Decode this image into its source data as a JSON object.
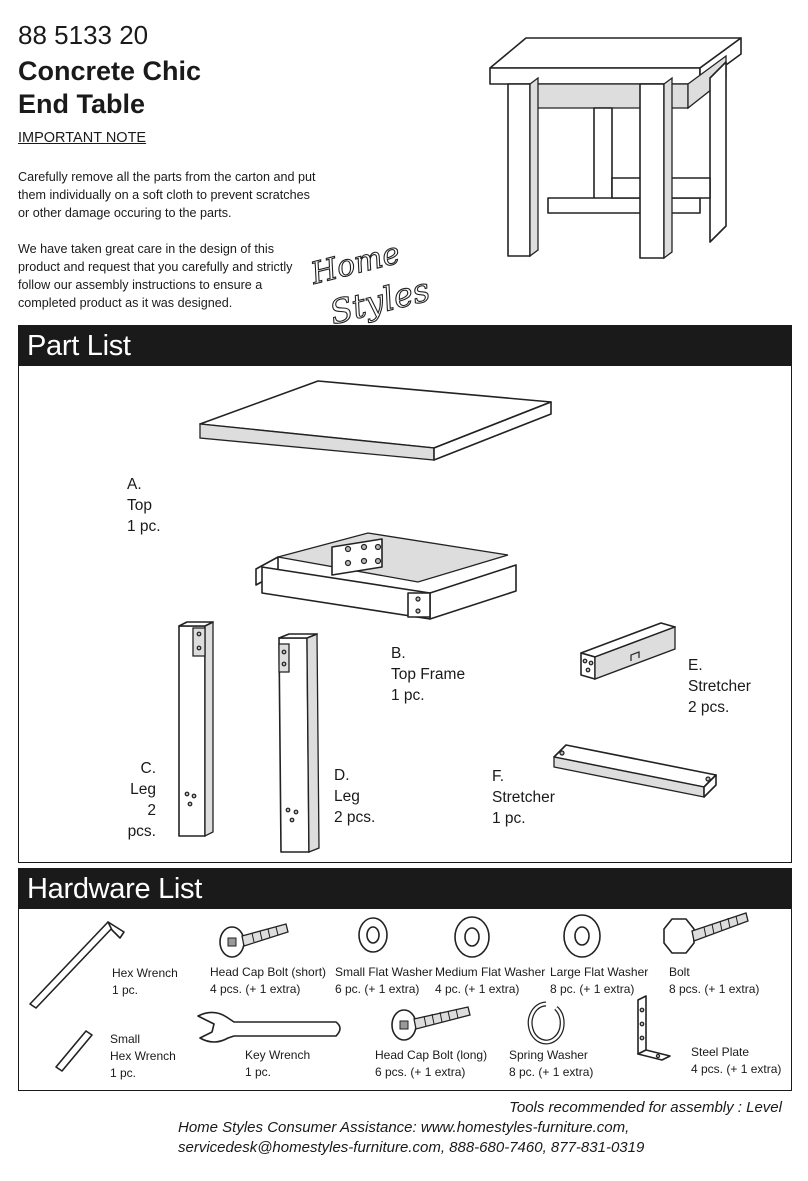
{
  "header": {
    "model_number": "88 5133 20",
    "title_line1": "Concrete Chic",
    "title_line2": "End Table",
    "note_heading": "IMPORTANT NOTE",
    "note_paragraph1": "Carefully remove all the parts from the carton and put them individually on a soft cloth to prevent scratches or other damage occuring to the parts.",
    "note_paragraph2": "We have taken great care in the design of this product and request that you carefully and strictly follow our assembly instructions to ensure a completed product as it was designed.",
    "logo_line1": "Home",
    "logo_line2": "Styles"
  },
  "part_list": {
    "heading": "Part List",
    "parts": [
      {
        "letter": "A.",
        "name": "Top",
        "qty": "1 pc."
      },
      {
        "letter": "B.",
        "name": "Top Frame",
        "qty": "1 pc."
      },
      {
        "letter": "C.",
        "name": "Leg",
        "qty": "2 pcs."
      },
      {
        "letter": "D.",
        "name": "Leg",
        "qty": "2 pcs."
      },
      {
        "letter": "E.",
        "name": "Stretcher",
        "qty": "2 pcs."
      },
      {
        "letter": "F.",
        "name": "Stretcher",
        "qty": "1 pc."
      }
    ]
  },
  "hardware_list": {
    "heading": "Hardware List",
    "items": [
      {
        "name": "Hex Wrench",
        "qty": "1 pc.",
        "icon": "hex-wrench-icon"
      },
      {
        "name": "Head Cap Bolt (short)",
        "qty": "4 pcs. (+ 1 extra)",
        "icon": "head-cap-bolt-short-icon"
      },
      {
        "name": "Small Flat Washer",
        "qty": "6 pc. (+ 1 extra)",
        "icon": "small-flat-washer-icon"
      },
      {
        "name": "Medium Flat Washer",
        "qty": "4 pc. (+ 1 extra)",
        "icon": "medium-flat-washer-icon"
      },
      {
        "name": "Large Flat Washer",
        "qty": "8 pc. (+ 1 extra)",
        "icon": "large-flat-washer-icon"
      },
      {
        "name": "Bolt",
        "qty": "8 pcs. (+ 1 extra)",
        "icon": "bolt-icon"
      },
      {
        "name_line1": "Small",
        "name_line2": "Hex Wrench",
        "qty": "1 pc.",
        "icon": "small-hex-wrench-icon"
      },
      {
        "name": "Key Wrench",
        "qty": "1 pc.",
        "icon": "key-wrench-icon"
      },
      {
        "name": "Head Cap Bolt (long)",
        "qty": "6 pcs. (+ 1 extra)",
        "icon": "head-cap-bolt-long-icon"
      },
      {
        "name": "Spring Washer",
        "qty": "8 pc. (+ 1 extra)",
        "icon": "spring-washer-icon"
      },
      {
        "name": "Steel Plate",
        "qty": "4 pcs. (+ 1 extra)",
        "icon": "steel-plate-icon"
      }
    ]
  },
  "footer": {
    "tools": "Tools recommended for assembly : Level",
    "assistance_line1": "Home Styles Consumer Assistance: www.homestyles-furniture.com,",
    "assistance_line2": "servicedesk@homestyles-furniture.com, 888-680-7460, 877-831-0319"
  }
}
